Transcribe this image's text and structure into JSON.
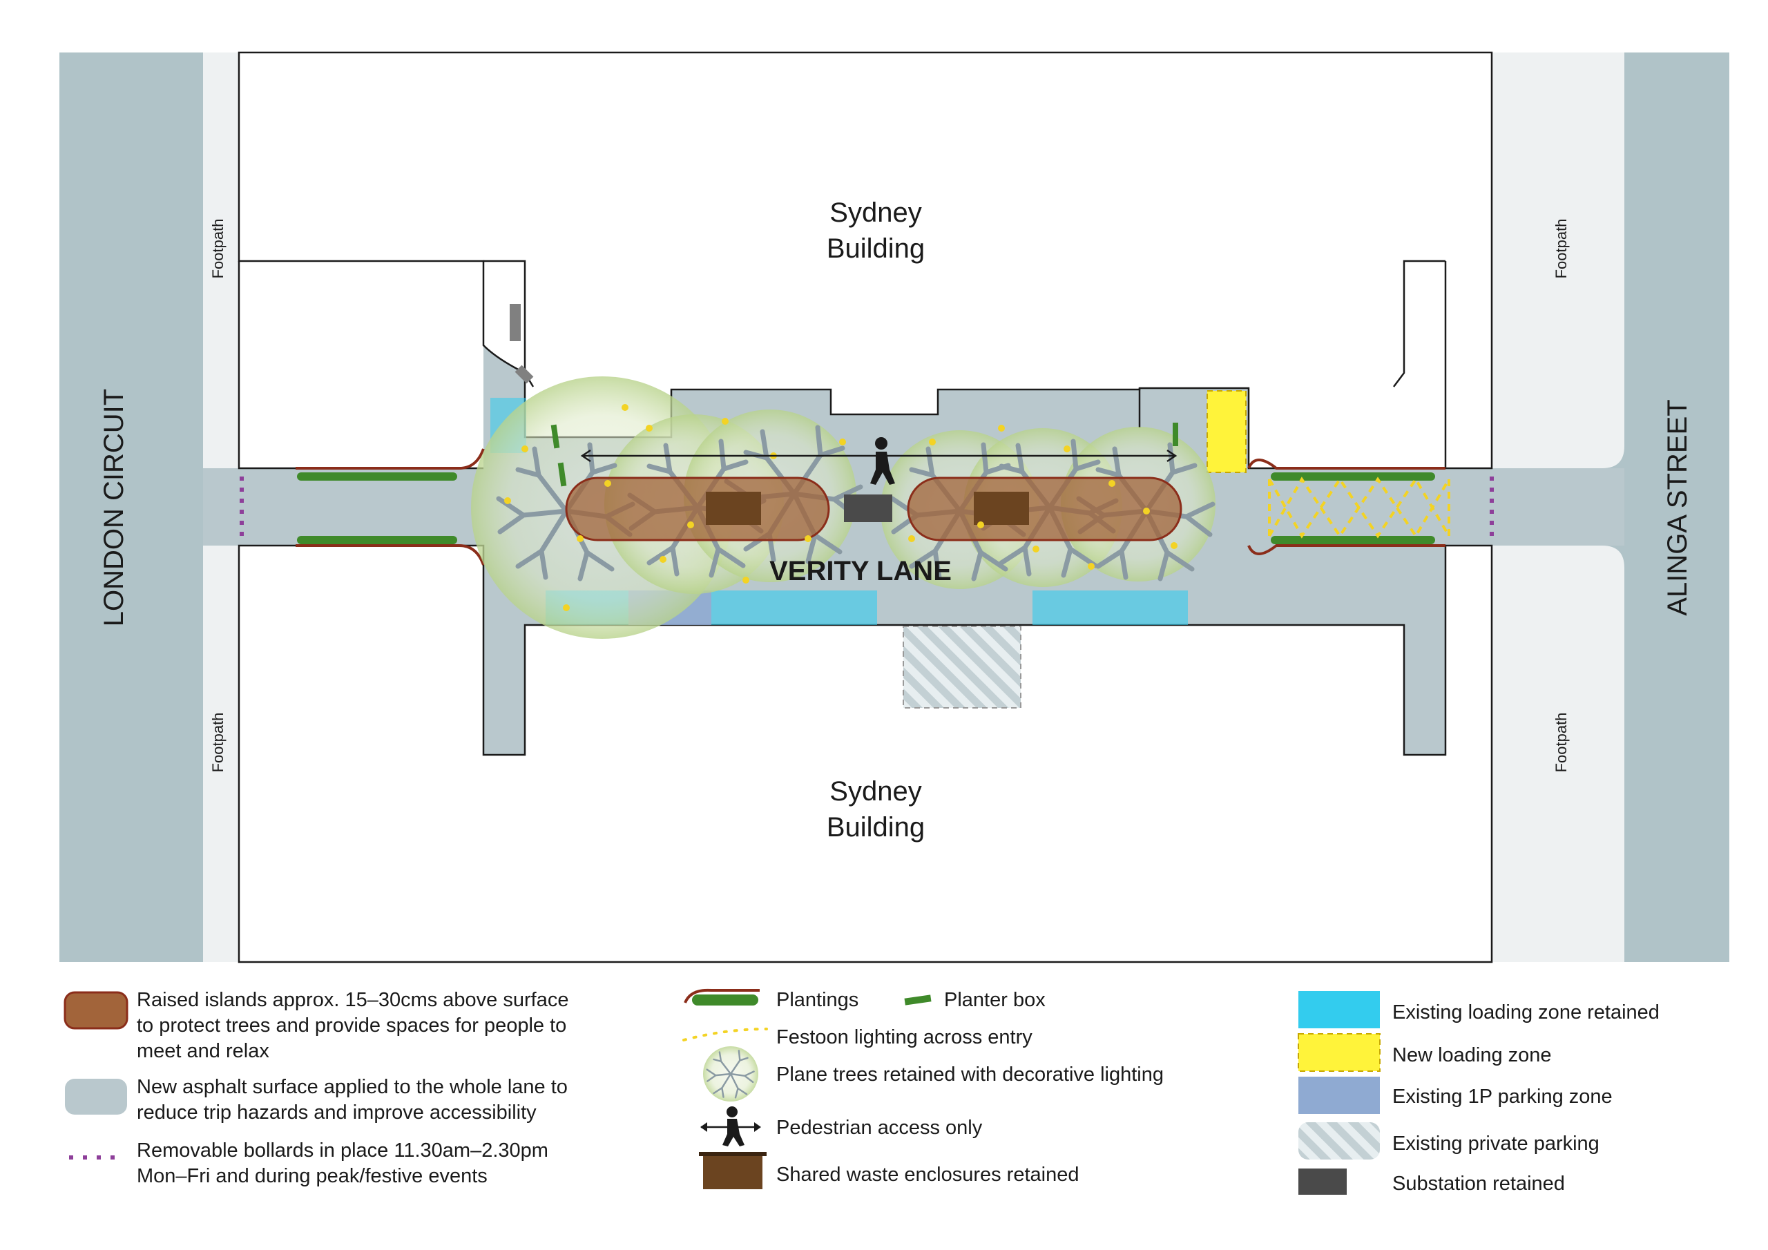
{
  "map": {
    "buildings": {
      "north": "Sydney\nBuilding",
      "south": "Sydney\nBuilding"
    },
    "streets": {
      "west": "LONDON CIRCUIT",
      "east": "ALINGA STREET"
    },
    "lane": "VERITY LANE",
    "footpath": "Footpath",
    "colors": {
      "street": "#b0c3c8",
      "lane": "#b9c8cd",
      "footpath": "#eef1f2",
      "raised_island": "#a2643a",
      "island_outline": "#8b2d1a",
      "loading_existing": "#33ccee",
      "loading_new": "#fff33a",
      "parking_1p": "#8faad2",
      "private_parking": "#c3d0d4",
      "substation": "#4a4a4a",
      "waste": "#6b4420",
      "bollard": "#8e3f9a",
      "festoon": "#f3d324",
      "planting": "#3f8a2a",
      "tree_canopy": "#d6e6b8"
    }
  },
  "legend": {
    "col1": [
      {
        "icon": "raised-island",
        "text": "Raised islands approx. 15–30cms above surface\nto protect trees and provide spaces for people to\nmeet and relax"
      },
      {
        "icon": "asphalt",
        "text": "New asphalt surface applied to the whole lane to\nreduce trip hazards and improve accessibility"
      },
      {
        "icon": "bollards",
        "text": "Removable bollards in place 11.30am–2.30pm\nMon–Fri and during peak/festive events"
      }
    ],
    "col2": [
      {
        "icon": "plantings",
        "text": "Plantings"
      },
      {
        "icon": "planter-box",
        "text": "Planter box"
      },
      {
        "icon": "festoon-lighting",
        "text": "Festoon lighting across entry"
      },
      {
        "icon": "plane-tree",
        "text": "Plane trees retained with decorative lighting"
      },
      {
        "icon": "pedestrian",
        "text": "Pedestrian access only"
      },
      {
        "icon": "waste-enclosure",
        "text": "Shared waste enclosures retained"
      }
    ],
    "col3": [
      {
        "icon": "existing-loading",
        "text": "Existing loading zone retained"
      },
      {
        "icon": "new-loading",
        "text": "New loading zone"
      },
      {
        "icon": "parking-1p",
        "text": "Existing 1P parking zone"
      },
      {
        "icon": "private-parking",
        "text": "Existing private parking"
      },
      {
        "icon": "substation",
        "text": "Substation retained"
      }
    ]
  }
}
